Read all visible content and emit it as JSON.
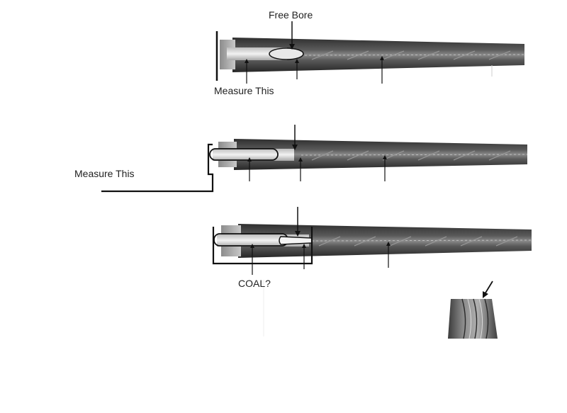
{
  "labels": {
    "free_bore": "Free Bore",
    "measure_this_top": "Measure This",
    "measure_this_middle": "Measure This",
    "coal": "COAL?"
  },
  "colors": {
    "barrel_dark": "#3a3a3a",
    "barrel_light": "#9a9a9a",
    "chamber": "#d8d8d8",
    "ink": "#111111"
  }
}
